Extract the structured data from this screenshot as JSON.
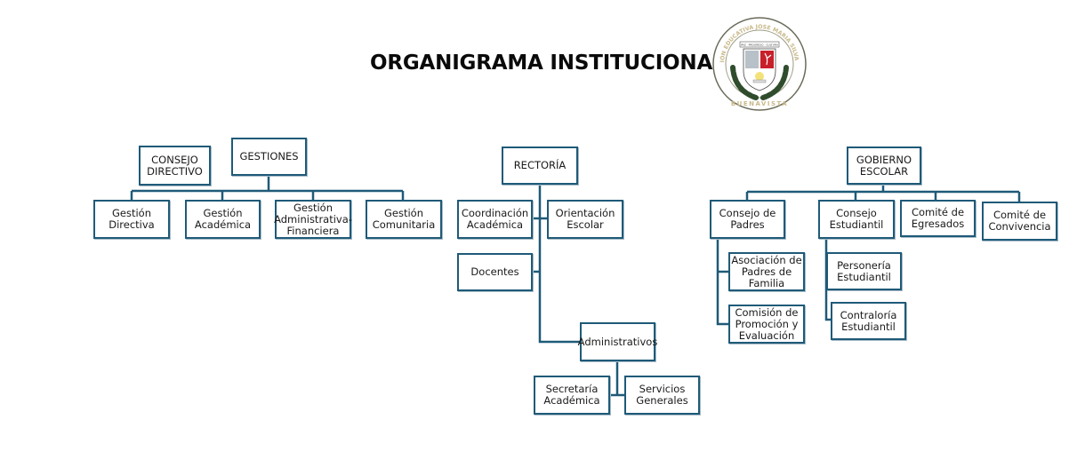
{
  "title": "ORGANIGRAMA INSTITUCIONAL",
  "logo": {
    "icon": "institution-crest-icon",
    "ring_text": "INSTITUCIÓN EDUCATIVA JOSE MARIA SILVA SALAZAR",
    "bottom_text": "BUENAVISTA",
    "banner_text": "PAZ · PROGRESO · CULTURA"
  },
  "colors": {
    "box_border": "#1f5a78",
    "line": "#1f5a78",
    "text": "#1a1a1a"
  },
  "nodes": {
    "consejo_directivo": "CONSEJO\nDIRECTIVO",
    "gestiones": "GESTIONES",
    "gestion_directiva": "Gestión\nDirectiva",
    "gestion_academica": "Gestión\nAcadémica",
    "gestion_admin": "Gestión\nAdministrativa-\nFinanciera",
    "gestion_comunitaria": "Gestión\nComunitaria",
    "rectoria": "RECTORÍA",
    "coordinacion": "Coordinación\nAcadémica",
    "orientacion": "Orientación\nEscolar",
    "docentes": "Docentes",
    "administrativos": "Administrativos",
    "secretaria": "Secretaría\nAcadémica",
    "servicios": "Servicios\nGenerales",
    "gobierno": "GOBIERNO\nESCOLAR",
    "consejo_padres": "Consejo de\nPadres",
    "consejo_estudiantil": "Consejo\nEstudiantil",
    "comite_egresados": "Comité de\nEgresados",
    "comite_convivencia": "Comité de\nConvivencia",
    "asociacion_padres": "Asociación de\nPadres de\nFamilia",
    "comision_promocion": "Comisión de\nPromoción y\nEvaluación",
    "personeria": "Personería\nEstudiantil",
    "contraloria": "Contraloría\nEstudiantil"
  }
}
